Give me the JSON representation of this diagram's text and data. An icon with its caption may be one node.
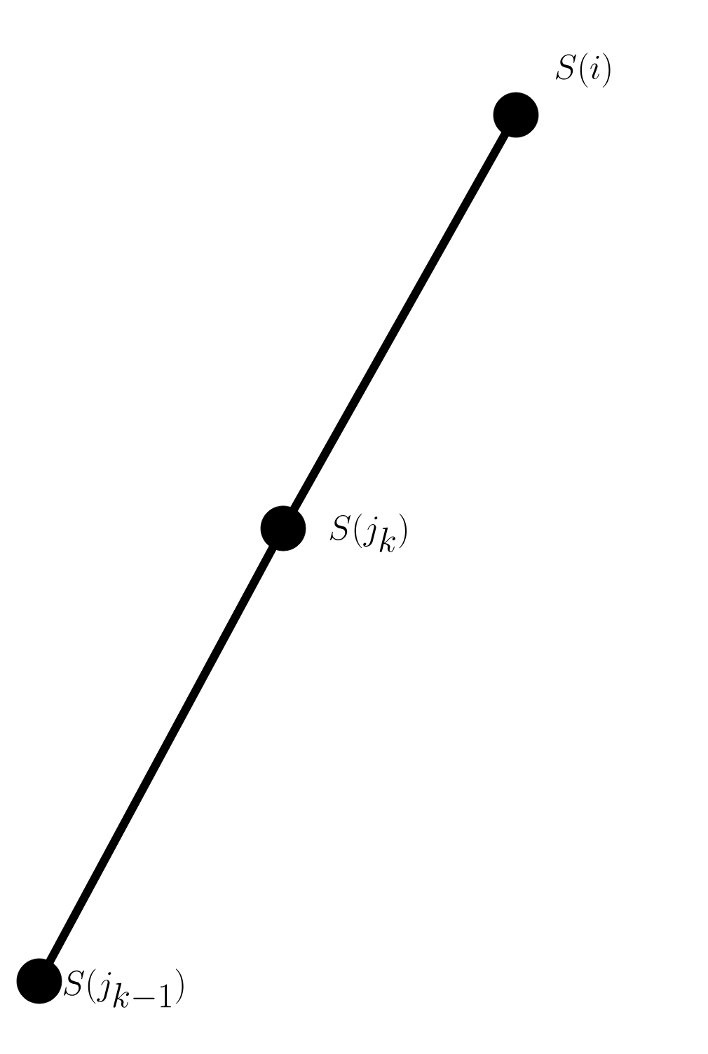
{
  "diagram": {
    "nodes": [
      {
        "text": [],
        "shape": "circle",
        "beside": [
          "S(i)"
        ]
      },
      {
        "text": [],
        "shape": "circle",
        "beside": [
          "S(j_k)"
        ]
      },
      {
        "text": [],
        "shape": "circle",
        "beside": [
          "S(j_{k-1})"
        ]
      }
    ],
    "edges": [
      {
        "from": 0,
        "to": 1,
        "arrow": "none"
      },
      {
        "from": 1,
        "to": 2,
        "arrow": "none"
      }
    ]
  }
}
